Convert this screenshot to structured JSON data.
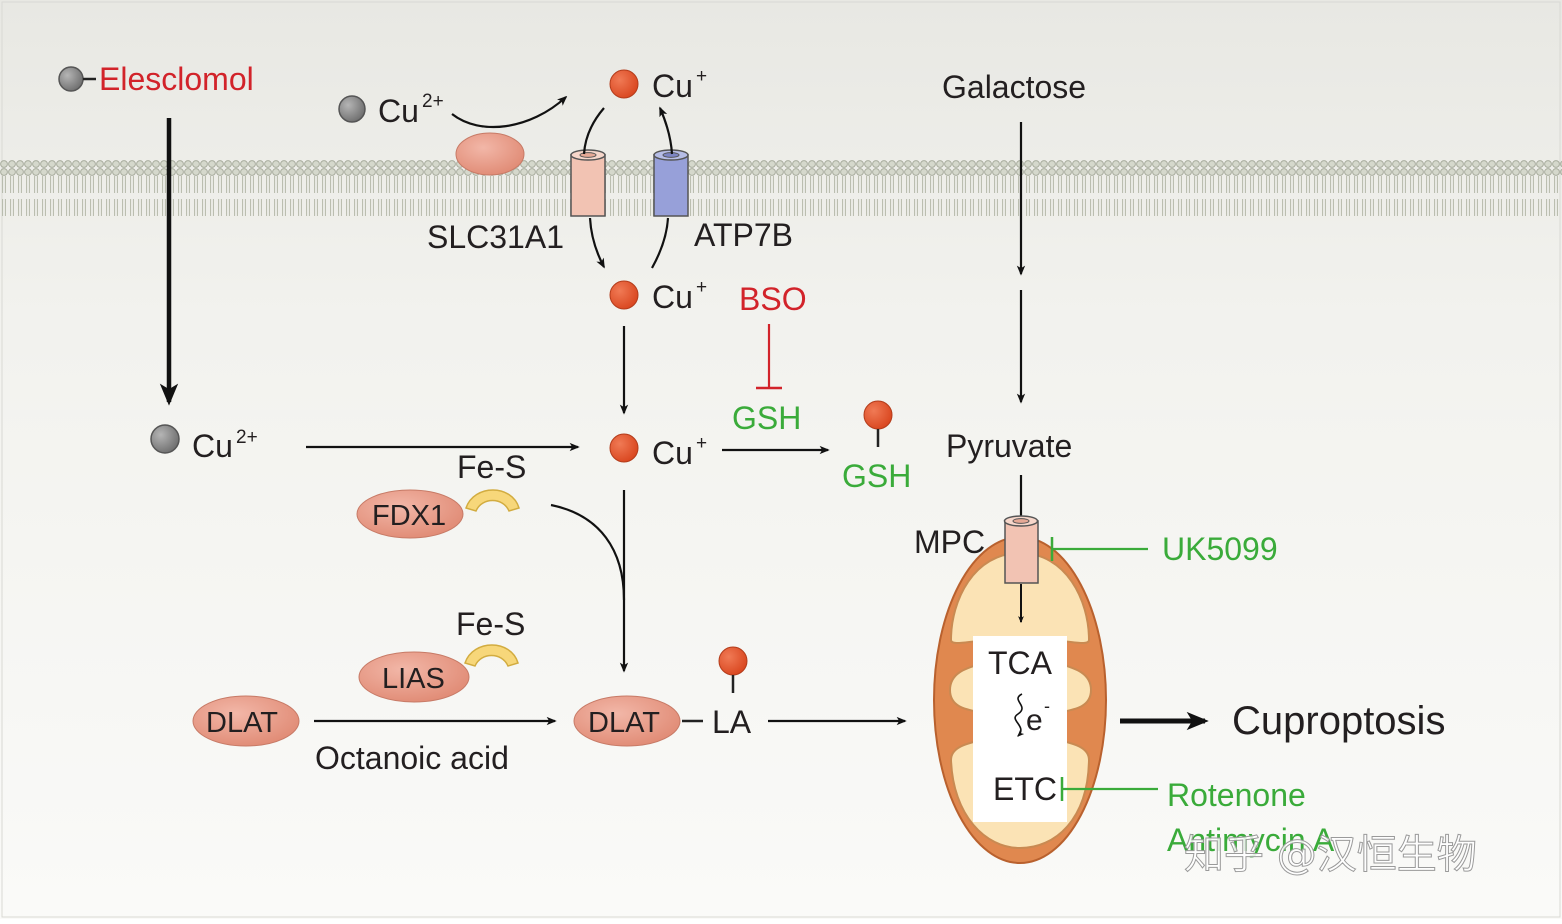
{
  "drug": "Elesclomol",
  "ions": {
    "cu2_outside": "Cu",
    "cu2_outside_sup": "2+",
    "cu1_outside": "Cu",
    "cu1_outside_sup": "+",
    "cu1_inside": "Cu",
    "cu1_inside_sup": "+",
    "cu2_cytosol": "Cu",
    "cu2_cytosol_sup": "2+",
    "cu1_cytosol": "Cu",
    "cu1_cytosol_sup": "+"
  },
  "transporters": {
    "importer": "SLC31A1",
    "exporter": "ATP7B"
  },
  "bso": "BSO",
  "gsh_free": "GSH",
  "gsh_bound": "GSH",
  "galactose": "Galactose",
  "pyruvate": "Pyruvate",
  "mpc": "MPC",
  "uk5099": "UK5099",
  "fes_top": "Fe-S",
  "fdx1": "FDX1",
  "fes_bottom": "Fe-S",
  "lias": "LIAS",
  "dlat_left": "DLAT",
  "octanoic": "Octanoic acid",
  "dlat_right": "DLAT",
  "la": "LA",
  "tca": "TCA",
  "electron": "e",
  "electron_sup": "-",
  "etc": "ETC",
  "rotenone": "Rotenone",
  "antimycin": "Antimycin A",
  "outcome": "Cuproptosis",
  "watermark": "知乎 @汉恒生物",
  "colors": {
    "copper_red": "#e2542f",
    "grey_ion": "#8c8c8c",
    "protein_pink": "#e59b88",
    "transporter_blue": "#8f99d6",
    "membrane": "#c9ccbf",
    "inhibitor_green": "#3aab3a",
    "label_red": "#d2232a",
    "mito_orange": "#e0884f",
    "mito_matrix": "#fbe3b5"
  }
}
